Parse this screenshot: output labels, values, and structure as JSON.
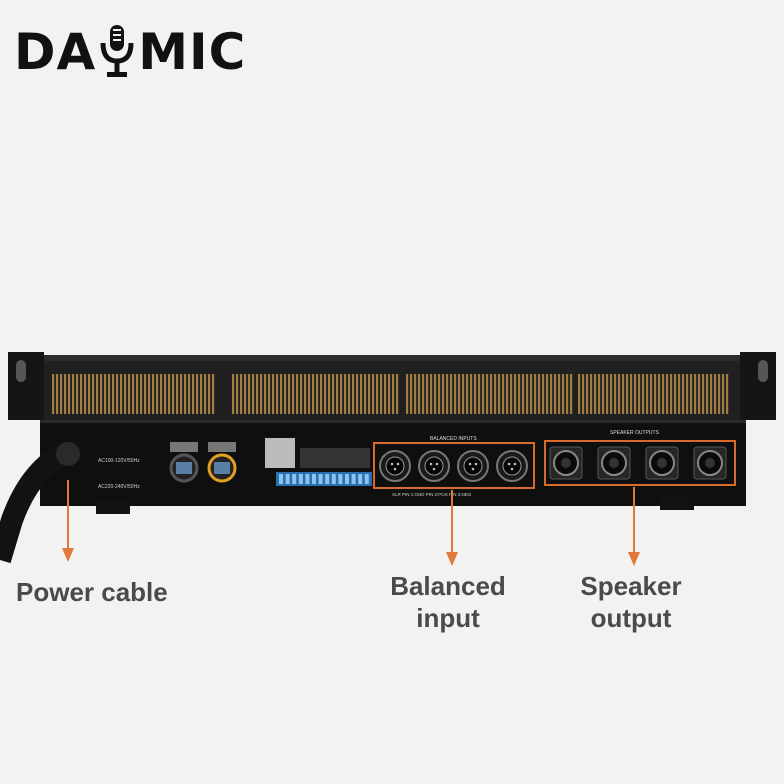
{
  "logo": {
    "text_left": "DA",
    "text_right": "MIC",
    "mic_icon": "microphone-icon"
  },
  "callouts": {
    "power": {
      "line1": "Power cable"
    },
    "balanced": {
      "line1": "Balanced",
      "line2": "input"
    },
    "speaker": {
      "line1": "Speaker",
      "line2": "output"
    }
  },
  "panel": {
    "balanced_inputs_header": "BALANCED INPUTS",
    "speaker_outputs_header": "SPEAKER OUTPUTS",
    "ac_label_1": "AC100-120V/50Hz",
    "ac_label_2": "AC220-240V/50Hz",
    "xlr_legend": "XLR    PIN 1:GND    PIN 2:POS    PIN 3:NEG",
    "input_count": 4,
    "output_count": 4
  },
  "colors": {
    "callout_box": "#d96a2b",
    "arrow": "#e07a3a",
    "label_text": "#4a4a4a",
    "panel": "#1c1c1c",
    "chassis": "#0e0e0e",
    "blue_dip": "#3a8fd0",
    "yellow_ring": "#e0a020"
  }
}
